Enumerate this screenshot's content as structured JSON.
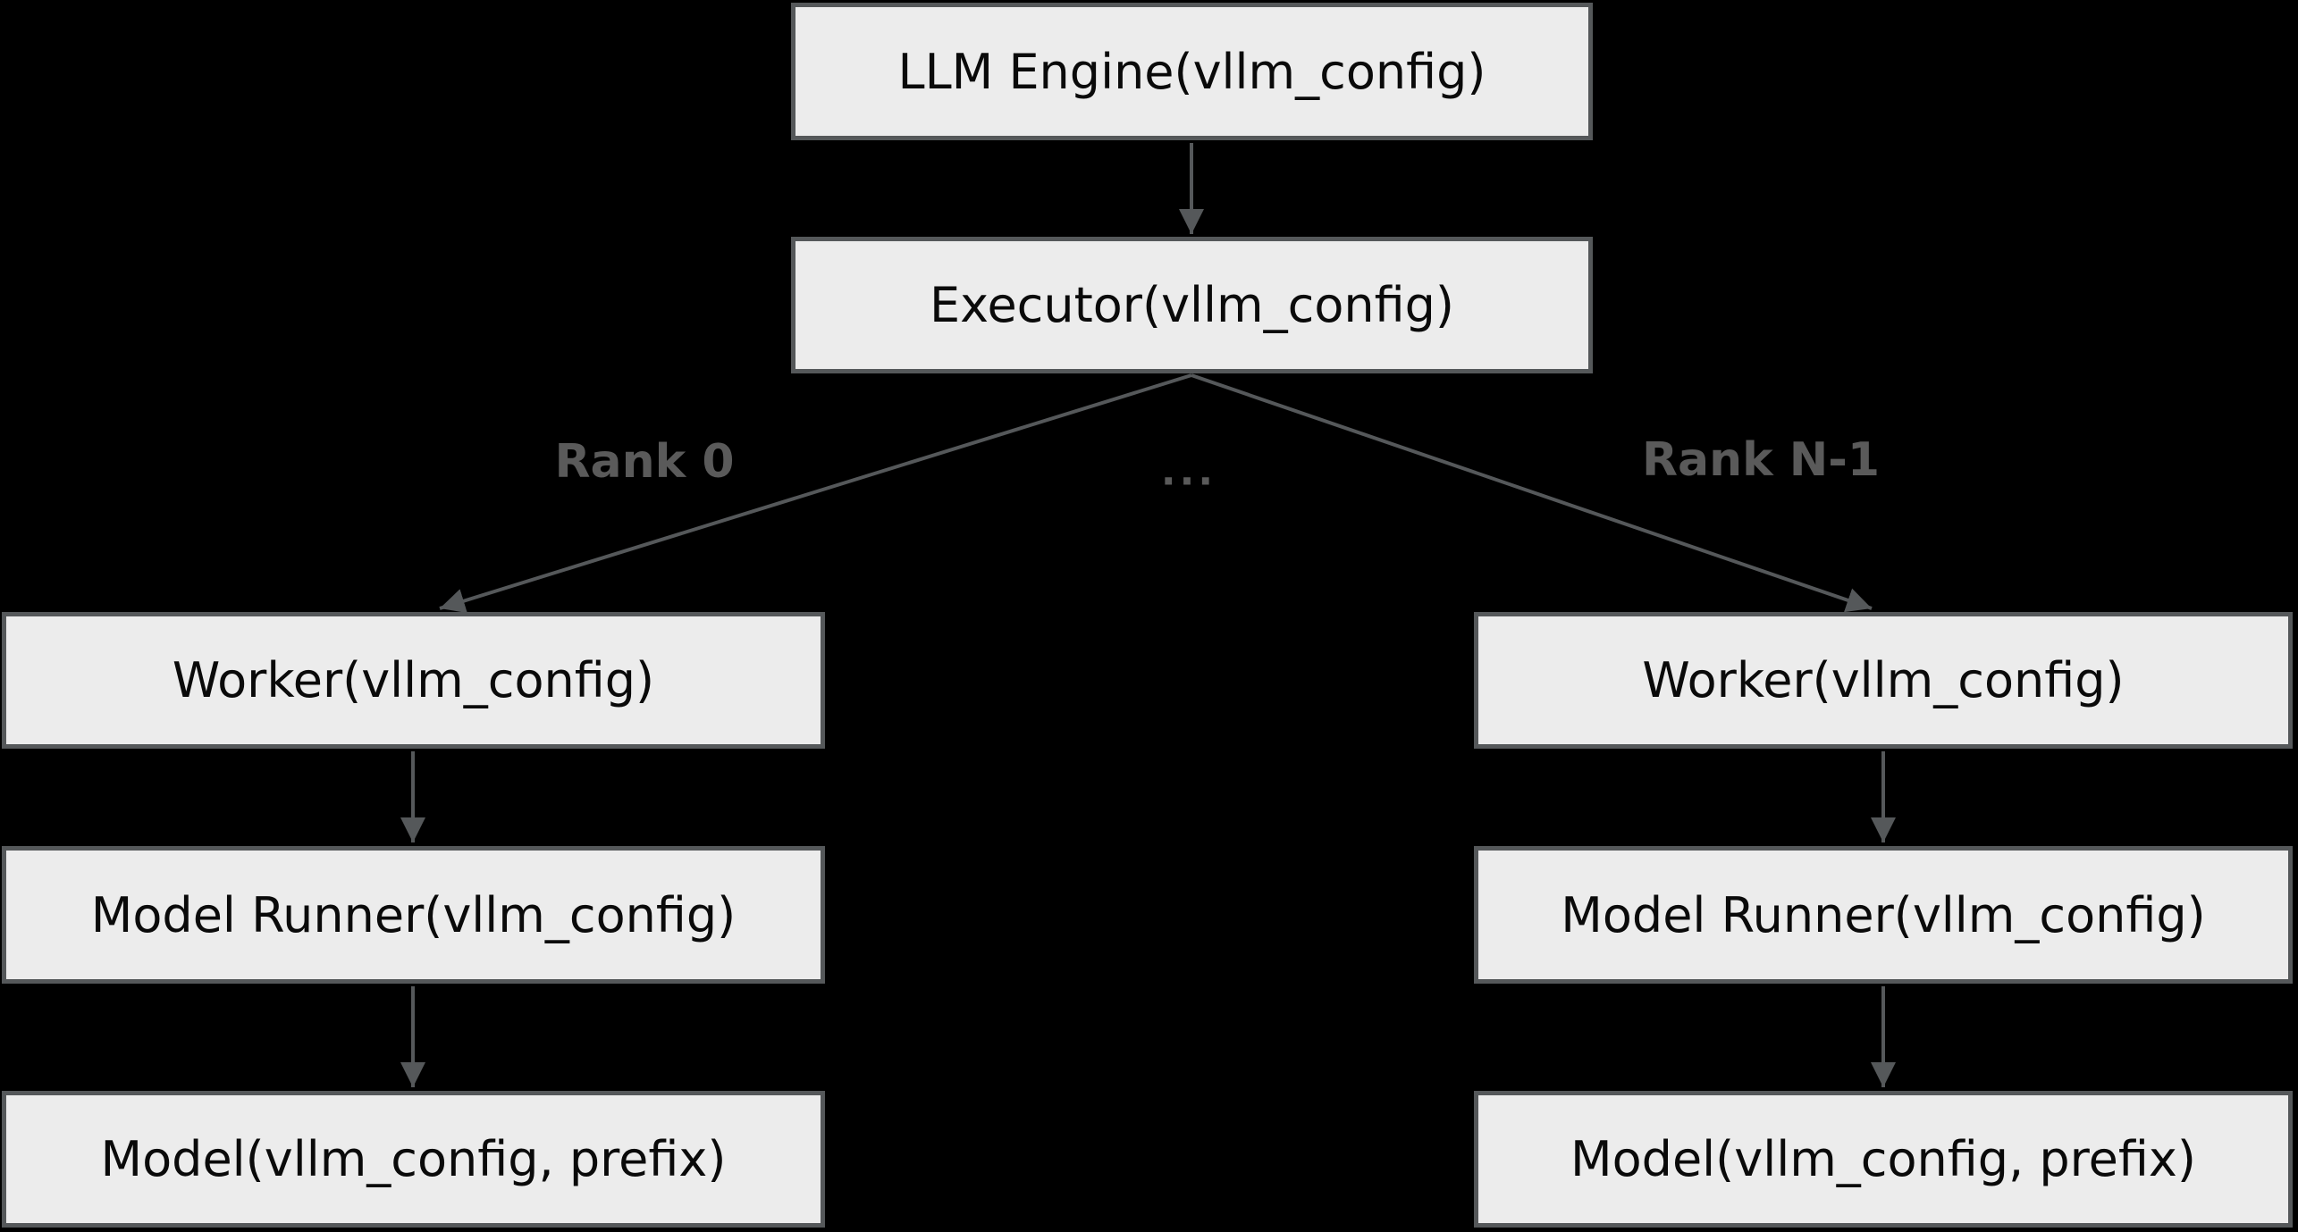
{
  "diagram": {
    "background_color": "#000000",
    "node_fill_color": "#ececec",
    "node_border_color": "#55585a",
    "edge_color": "#55585a",
    "edge_label_color": "#5a5a5a",
    "node_text_color": "#0a0a0a",
    "nodes": {
      "llm_engine": "LLM Engine(vllm_config)",
      "executor": "Executor(vllm_config)",
      "worker_left": "Worker(vllm_config)",
      "worker_right": "Worker(vllm_config)",
      "model_runner_left": "Model Runner(vllm_config)",
      "model_runner_right": "Model Runner(vllm_config)",
      "model_left": "Model(vllm_config, prefix)",
      "model_right": "Model(vllm_config, prefix)"
    },
    "edge_labels": {
      "rank_first": "Rank 0",
      "ellipsis": "...",
      "rank_last": "Rank N-1"
    }
  }
}
